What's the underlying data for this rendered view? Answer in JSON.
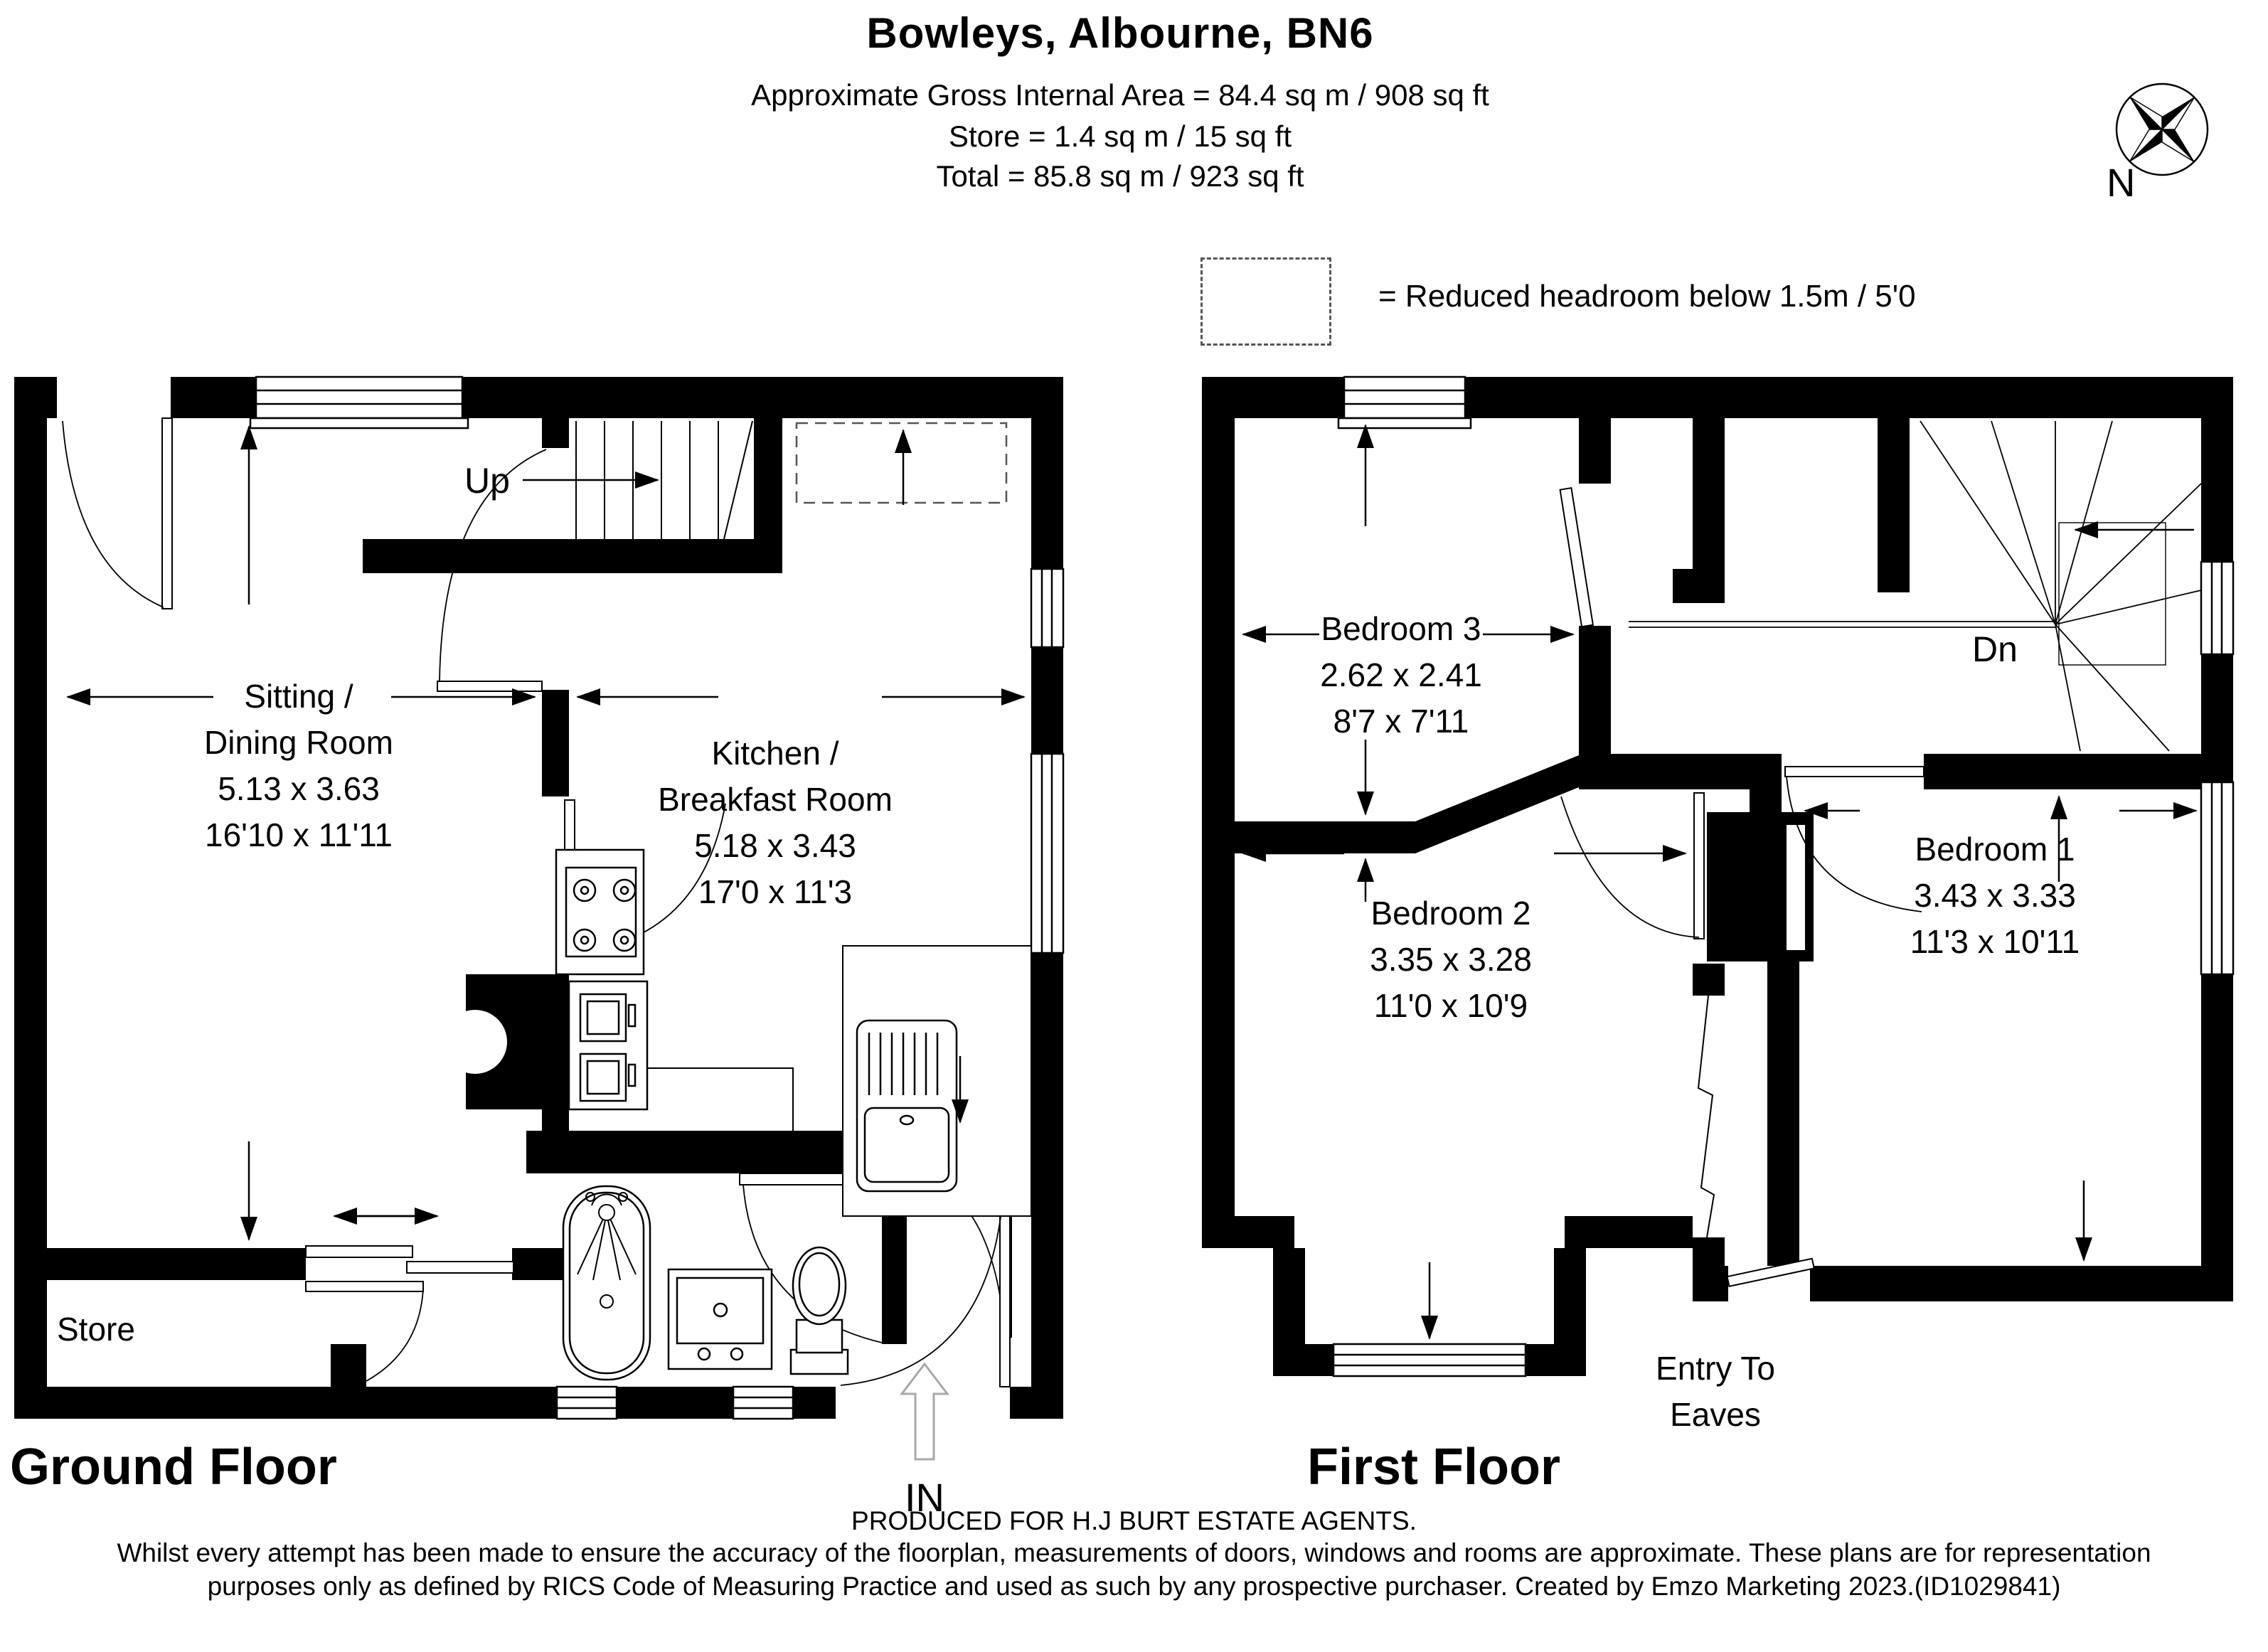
{
  "header": {
    "title": "Bowleys, Albourne, BN6",
    "area_line1": "Approximate Gross Internal Area = 84.4 sq m / 908 sq ft",
    "area_line2": "Store = 1.4 sq m / 15 sq ft",
    "area_line3": "Total = 85.8 sq m / 923 sq ft"
  },
  "legend": {
    "reduced_headroom": "= Reduced headroom below 1.5m / 5'0"
  },
  "compass": {
    "north_label": "N"
  },
  "ground_floor": {
    "label": "Ground Floor",
    "sitting_dining": {
      "line1": "Sitting /",
      "line2": "Dining Room",
      "metric": "5.13 x 3.63",
      "imperial": "16'10 x 11'11"
    },
    "kitchen": {
      "line1": "Kitchen /",
      "line2": "Breakfast Room",
      "metric": "5.18 x 3.43",
      "imperial": "17'0 x 11'3"
    },
    "store": {
      "label": "Store"
    },
    "stairs_label": "Up",
    "entrance_label": "IN"
  },
  "first_floor": {
    "label": "First Floor",
    "bedroom1": {
      "name": "Bedroom 1",
      "metric": "3.43 x 3.33",
      "imperial": "11'3 x 10'11"
    },
    "bedroom2": {
      "name": "Bedroom 2",
      "metric": "3.35 x 3.28",
      "imperial": "11'0 x 10'9"
    },
    "bedroom3": {
      "name": "Bedroom 3",
      "metric": "2.62 x 2.41",
      "imperial": "8'7 x 7'11"
    },
    "stairs_label": "Dn",
    "eaves": {
      "line1": "Entry To",
      "line2": "Eaves"
    }
  },
  "footer": {
    "line1": "PRODUCED FOR H.J BURT ESTATE AGENTS.",
    "line2": "Whilst every attempt has been made to ensure the accuracy of the floorplan, measurements of doors, windows and rooms are approximate. These plans are for representation",
    "line3": "purposes only as defined by RICS Code of Measuring Practice and used as such by any prospective purchaser. Created by Emzo Marketing 2023.(ID1029841)"
  },
  "colors": {
    "wall": "#000000",
    "paper": "#ffffff",
    "entry_arrow": "#a8a8a8"
  }
}
